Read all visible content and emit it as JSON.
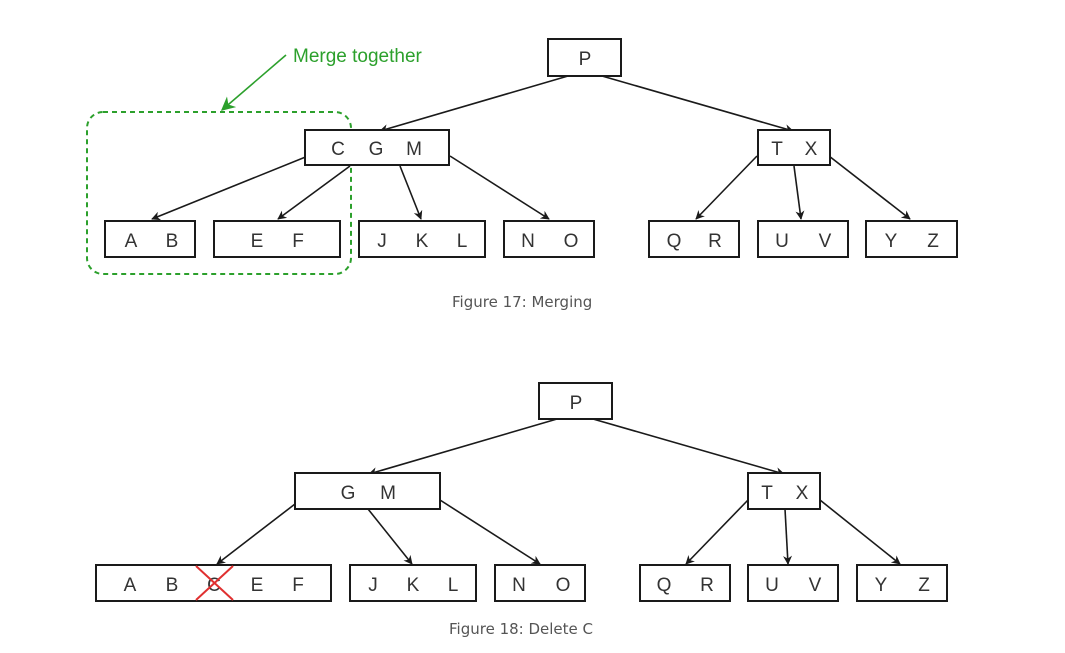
{
  "figure17": {
    "caption": "Figure 17: Merging",
    "annotation": "Merge together",
    "colors": {
      "annotation": "#2ca02c"
    },
    "nodes": {
      "root": [
        "P"
      ],
      "left": [
        "C",
        "G",
        "M"
      ],
      "right": [
        "T",
        "X"
      ],
      "leaf_ab": [
        "A",
        "B"
      ],
      "leaf_ef": [
        "E",
        "F"
      ],
      "leaf_jkl": [
        "J",
        "K",
        "L"
      ],
      "leaf_no": [
        "N",
        "O"
      ],
      "leaf_qr": [
        "Q",
        "R"
      ],
      "leaf_uv": [
        "U",
        "V"
      ],
      "leaf_yz": [
        "Y",
        "Z"
      ]
    }
  },
  "figure18": {
    "caption": "Figure 18: Delete C",
    "colors": {
      "deleted_mark": "#e03030"
    },
    "nodes": {
      "root": [
        "P"
      ],
      "left": [
        "G",
        "M"
      ],
      "right": [
        "T",
        "X"
      ],
      "leaf_abcef": [
        "A",
        "B",
        "C",
        "E",
        "F"
      ],
      "leaf_jkl": [
        "J",
        "K",
        "L"
      ],
      "leaf_no": [
        "N",
        "O"
      ],
      "leaf_qr": [
        "Q",
        "R"
      ],
      "leaf_uv": [
        "U",
        "V"
      ],
      "leaf_yz": [
        "Y",
        "Z"
      ]
    }
  }
}
